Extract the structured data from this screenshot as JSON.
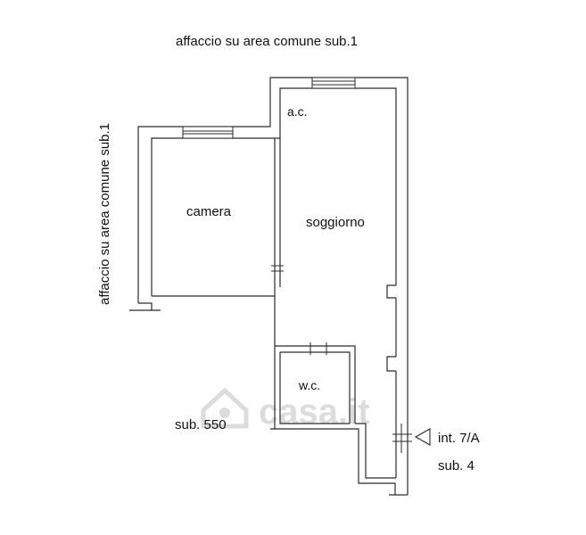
{
  "labels": {
    "top_facing": "affaccio su area comune sub.1",
    "left_facing": "affaccio su area comune sub.1",
    "ac": "a.c.",
    "camera": "camera",
    "soggiorno": "soggiorno",
    "wc": "w.c.",
    "sub550": "sub. 550",
    "int": "int. 7/A",
    "sub4": "sub. 4"
  },
  "watermark": {
    "text": "casa.it"
  },
  "colors": {
    "wall": "#2b2b2b",
    "watermark": "#d9d9d9"
  },
  "icons": {
    "entrance": "triangle-arrow-icon",
    "watermark": "house-logo-icon"
  }
}
